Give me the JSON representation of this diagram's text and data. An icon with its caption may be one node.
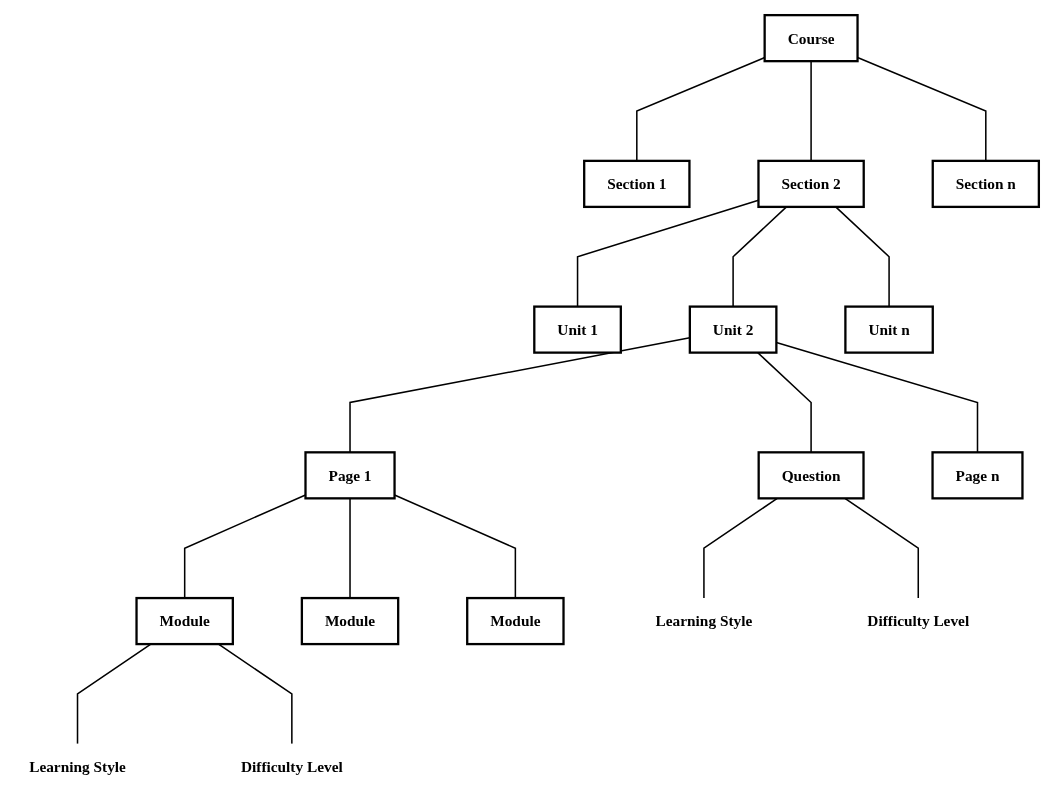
{
  "diagram": {
    "nodes": [
      {
        "text": [
          "Course"
        ]
      },
      {
        "text": [
          "Section 1"
        ]
      },
      {
        "text": [
          "Section 2"
        ]
      },
      {
        "text": [
          "Section n"
        ]
      },
      {
        "text": [
          "Unit 1"
        ]
      },
      {
        "text": [
          "Unit 2"
        ]
      },
      {
        "text": [
          "Unit n"
        ]
      },
      {
        "text": [
          "Question"
        ]
      },
      {
        "text": [
          "Page 1"
        ]
      },
      {
        "text": [
          "Page n"
        ]
      },
      {
        "text": [
          "Module"
        ]
      },
      {
        "text": [
          "Module"
        ]
      },
      {
        "text": [
          "Module"
        ]
      },
      {
        "text": [
          "Learning Style"
        ]
      },
      {
        "text": [
          "Difficulty Level"
        ]
      },
      {
        "text": [
          "Learning Style"
        ]
      },
      {
        "text": [
          "Difficulty Level"
        ]
      }
    ],
    "edges": [
      {
        "from": 0,
        "to": 1,
        "arrow": "none"
      },
      {
        "from": 0,
        "to": 2,
        "arrow": "none"
      },
      {
        "from": 0,
        "to": 3,
        "arrow": "none"
      },
      {
        "from": 2,
        "to": 4,
        "arrow": "none"
      },
      {
        "from": 2,
        "to": 5,
        "arrow": "none"
      },
      {
        "from": 2,
        "to": 6,
        "arrow": "none"
      },
      {
        "from": 5,
        "to": 7,
        "arrow": "none"
      },
      {
        "from": 5,
        "to": 8,
        "arrow": "none"
      },
      {
        "from": 5,
        "to": 9,
        "arrow": "none"
      },
      {
        "from": 8,
        "to": 10,
        "arrow": "none"
      },
      {
        "from": 8,
        "to": 11,
        "arrow": "none"
      },
      {
        "from": 8,
        "to": 12,
        "arrow": "none"
      },
      {
        "from": 7,
        "to": 13,
        "arrow": "none"
      },
      {
        "from": 7,
        "to": 14,
        "arrow": "none"
      },
      {
        "from": 10,
        "to": 15,
        "arrow": "none"
      },
      {
        "from": 10,
        "to": 16,
        "arrow": "none"
      }
    ]
  }
}
